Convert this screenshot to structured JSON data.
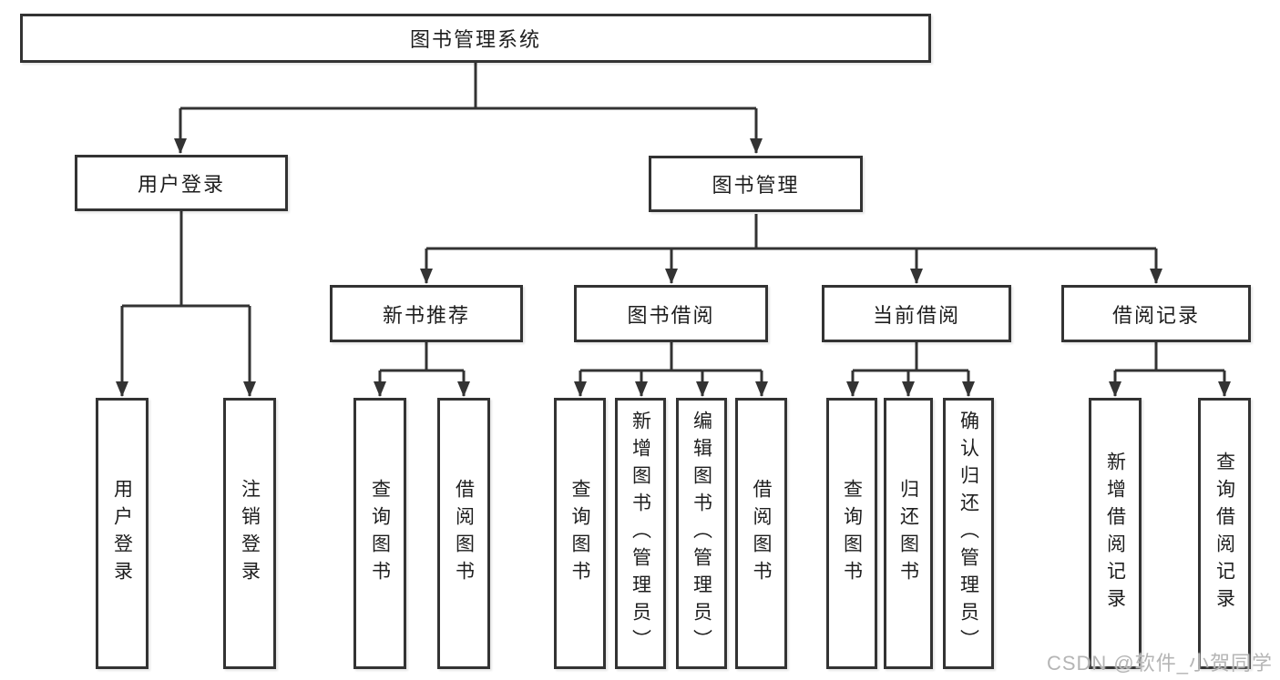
{
  "diagram": {
    "type": "hierarchy",
    "watermark": "CSDN @软件_小贺同学",
    "colors": {
      "line": "#333333",
      "box_border": "#333333",
      "box_background": "#ffffff",
      "text": "#1e1e1e",
      "watermark": "#b5b5b5"
    }
  },
  "nodes": {
    "root": {
      "label": "图书管理系统"
    },
    "level2": [
      {
        "label": "用户登录"
      },
      {
        "label": "图书管理"
      }
    ],
    "level3": [
      {
        "label": "新书推荐",
        "parent": "图书管理"
      },
      {
        "label": "图书借阅",
        "parent": "图书管理"
      },
      {
        "label": "当前借阅",
        "parent": "图书管理"
      },
      {
        "label": "借阅记录",
        "parent": "图书管理"
      }
    ],
    "leaves": [
      {
        "label": "用户登录",
        "parent": "用户登录"
      },
      {
        "label": "注销登录",
        "parent": "用户登录"
      },
      {
        "label": "查询图书",
        "parent": "新书推荐"
      },
      {
        "label": "借阅图书",
        "parent": "新书推荐"
      },
      {
        "label": "查询图书",
        "parent": "图书借阅"
      },
      {
        "label": "新增图书（管理员）",
        "parent": "图书借阅"
      },
      {
        "label": "编辑图书（管理员）",
        "parent": "图书借阅"
      },
      {
        "label": "借阅图书",
        "parent": "图书借阅"
      },
      {
        "label": "查询图书",
        "parent": "当前借阅"
      },
      {
        "label": "归还图书",
        "parent": "当前借阅"
      },
      {
        "label": "确认归还（管理员）",
        "parent": "当前借阅"
      },
      {
        "label": "新增借阅记录",
        "parent": "借阅记录"
      },
      {
        "label": "查询借阅记录",
        "parent": "借阅记录"
      }
    ]
  }
}
